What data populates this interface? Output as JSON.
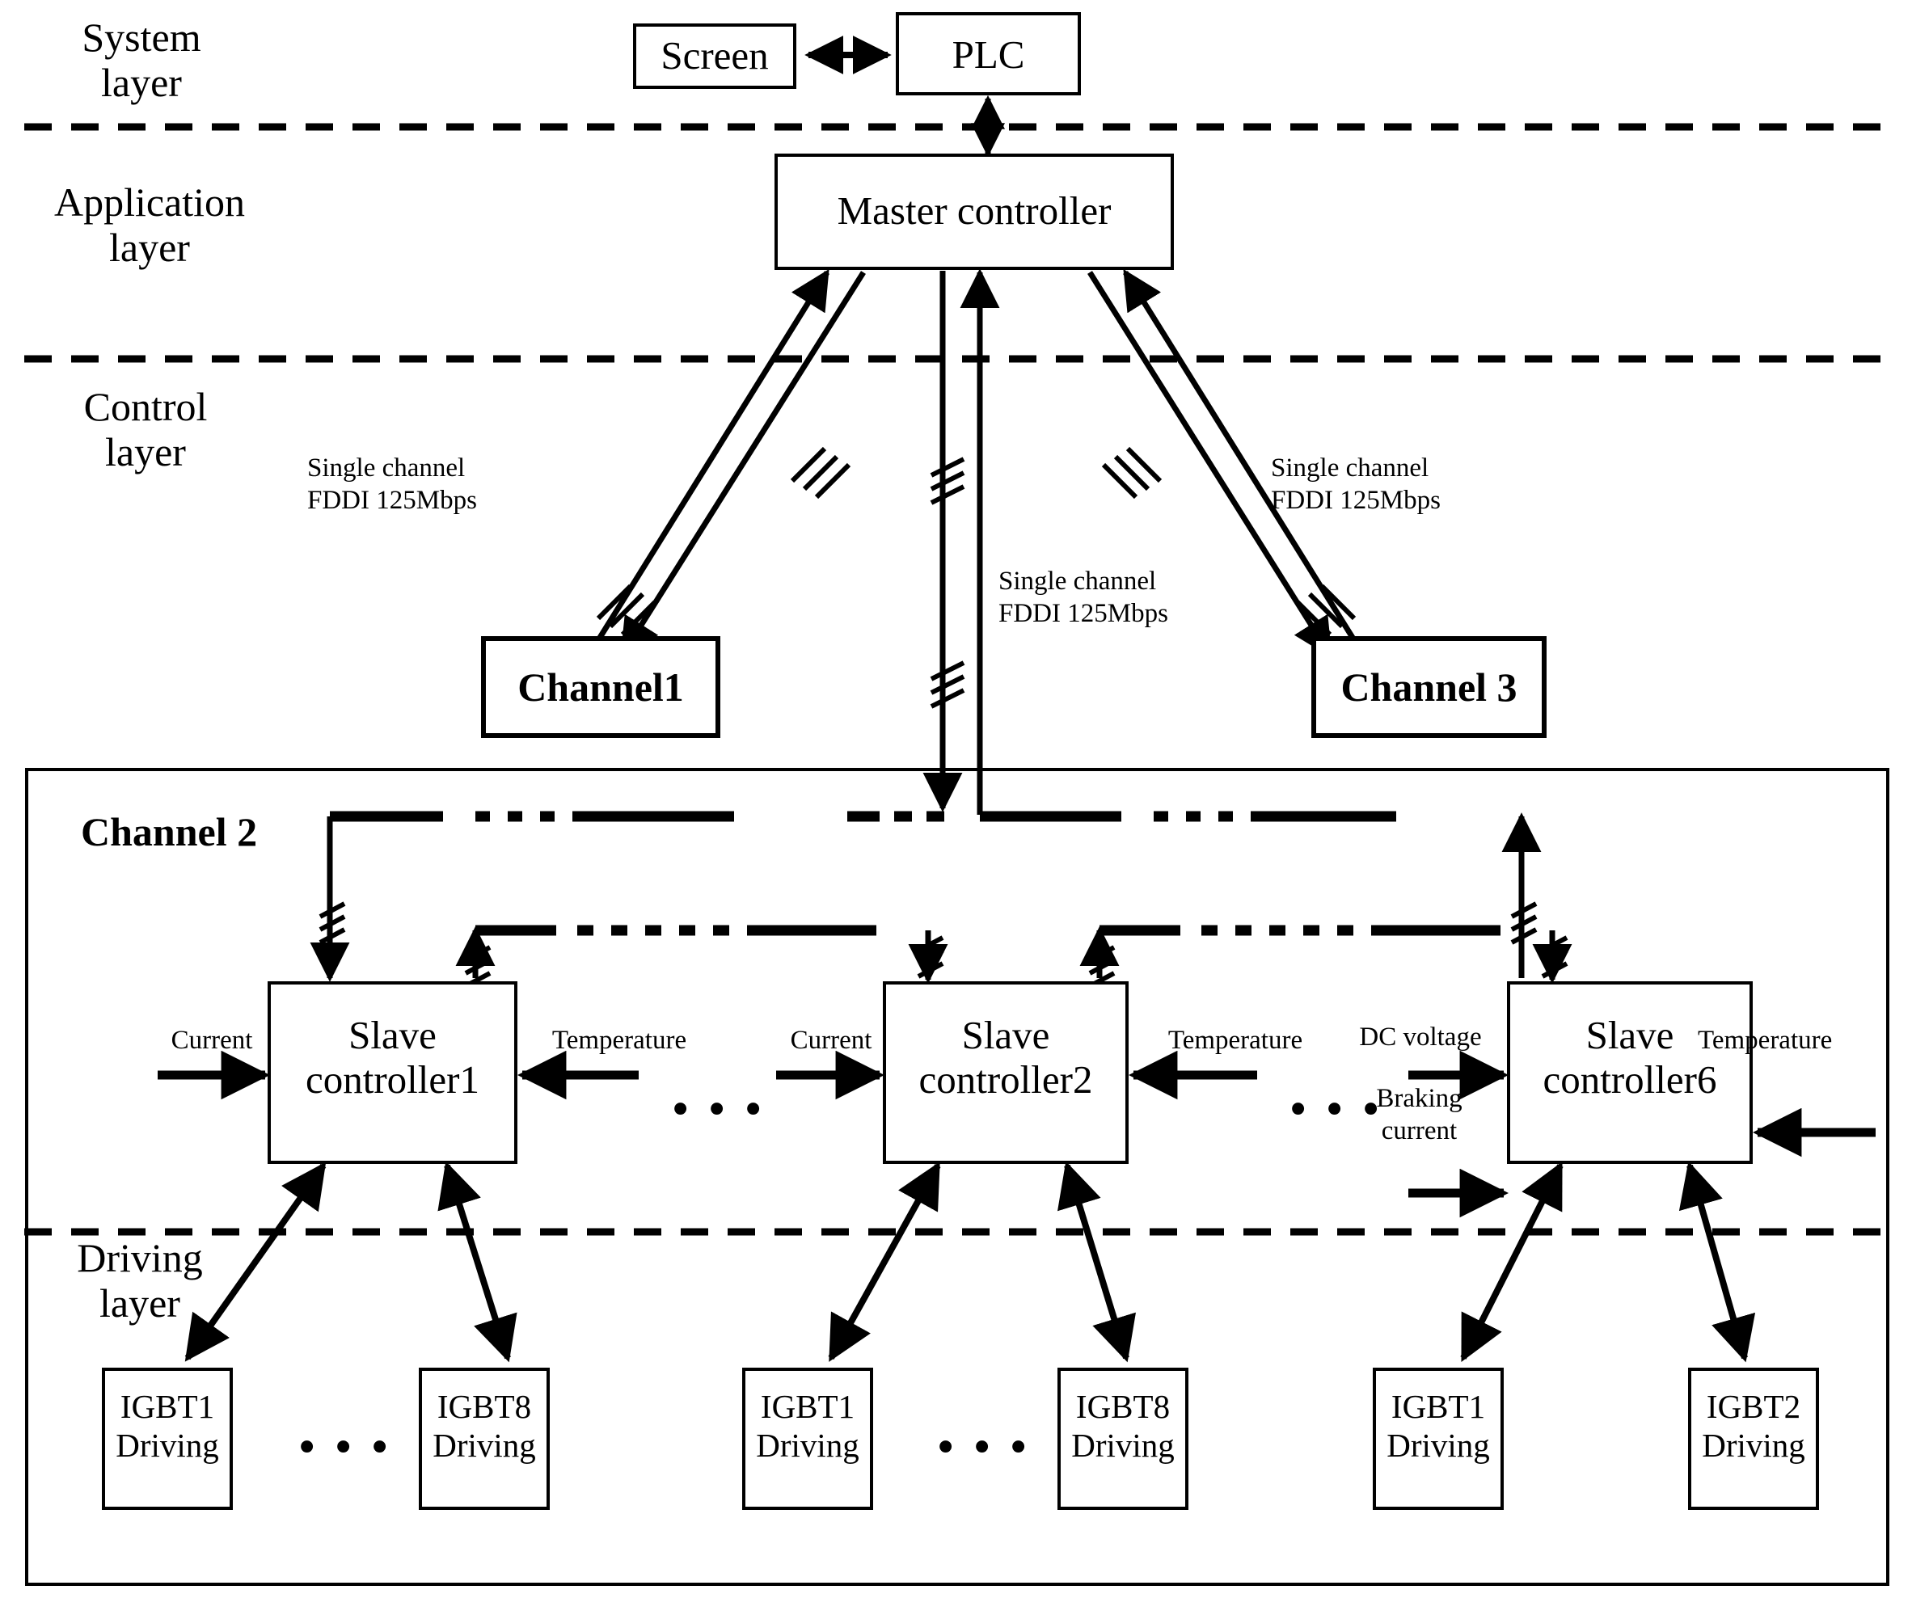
{
  "diagram": {
    "title": "Hierarchical multi-channel IGBT control system architecture",
    "layers": [
      {
        "id": "system",
        "label": "System\nlayer"
      },
      {
        "id": "application",
        "label": "Application\nlayer"
      },
      {
        "id": "control",
        "label": "Control\nlayer"
      },
      {
        "id": "driving",
        "label": "Driving\nlayer"
      }
    ],
    "layer_labels": {
      "system": "System layer",
      "system_line1": "System",
      "system_line2": "layer",
      "application_line1": "Application",
      "application_line2": "layer",
      "control_line1": "Control",
      "control_line2": "layer",
      "driving_line1": "Driving",
      "driving_line2": "layer"
    },
    "system_layer": {
      "screen_box": "Screen",
      "plc_box": "PLC"
    },
    "application_layer": {
      "master_controller": "Master controller"
    },
    "control_layer": {
      "channel1": "Channel1",
      "channel3": "Channel 3",
      "channel2_title": "Channel 2"
    },
    "links": {
      "fddi_left_line1": "Single channel",
      "fddi_left_line2": "FDDI 125Mbps",
      "fddi_center_line1": "Single channel",
      "fddi_center_line2": "FDDI 125Mbps",
      "fddi_right_line1": "Single channel",
      "fddi_right_line2": "FDDI 125Mbps"
    },
    "slave_controllers": [
      {
        "id": "slave1",
        "line1": "Slave",
        "line2": "controller1",
        "inputs_left": [
          "Current"
        ],
        "inputs_right": [
          "Temperature"
        ]
      },
      {
        "id": "slave2",
        "line1": "Slave",
        "line2": "controller2",
        "inputs_left": [
          "Current"
        ],
        "inputs_right": [
          "Temperature"
        ]
      },
      {
        "id": "slave6",
        "line1": "Slave",
        "line2": "controller6",
        "inputs_left": [
          "DC voltage",
          "Braking",
          "current"
        ],
        "inputs_right": [
          "Temperature"
        ]
      }
    ],
    "signal_labels": {
      "current_1": "Current",
      "temperature_1": "Temperature",
      "current_2": "Current",
      "temperature_2": "Temperature",
      "dc_voltage": "DC voltage",
      "braking_line1": "Braking",
      "braking_line2": "current",
      "temperature_6": "Temperature"
    },
    "igbt_boxes": [
      {
        "id": "g1-igbt1",
        "line1": "IGBT1",
        "line2": "Driving"
      },
      {
        "id": "g1-igbt8",
        "line1": "IGBT8",
        "line2": "Driving"
      },
      {
        "id": "g2-igbt1",
        "line1": "IGBT1",
        "line2": "Driving"
      },
      {
        "id": "g2-igbt8",
        "line1": "IGBT8",
        "line2": "Driving"
      },
      {
        "id": "g3-igbt1",
        "line1": "IGBT1",
        "line2": "Driving"
      },
      {
        "id": "g3-igbt2",
        "line1": "IGBT2",
        "line2": "Driving"
      }
    ],
    "ellipses": {
      "dots": "• • •"
    },
    "colors": {
      "stroke": "#000000",
      "fill": "#ffffff"
    }
  }
}
